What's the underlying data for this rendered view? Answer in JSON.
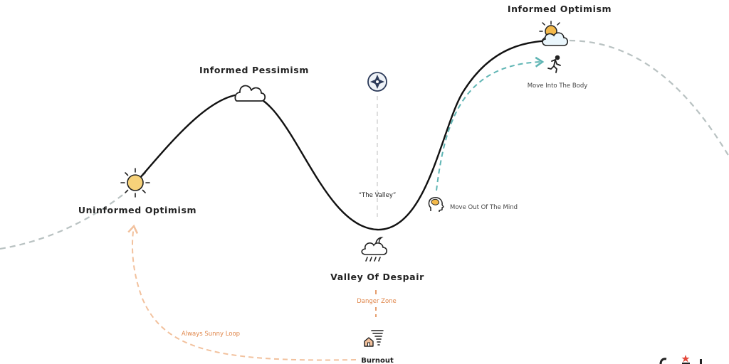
{
  "diagram": {
    "stages": {
      "uninformed_optimism": "Uninformed Optimism",
      "informed_pessimism": "Informed Pessimism",
      "valley_of_despair": "Valley Of Despair",
      "informed_optimism": "Informed Optimism",
      "burnout": "Burnout"
    },
    "annotations": {
      "the_valley": "“The Valley”",
      "danger_zone": "Danger Zone",
      "always_sunny_loop": "Always Sunny Loop",
      "move_out_of_mind": "Move Out Of The Mind",
      "move_into_body": "Move Into The Body"
    },
    "colors": {
      "main_curve": "#111111",
      "trend_curve": "#b9c2c2",
      "recovery_arrow": "#5fb5b4",
      "sunny_loop_arrow": "#f2c19d",
      "danger_line": "#e0864a",
      "brand_star": "#e4493c"
    },
    "icons": [
      "sun-icon",
      "cloud-icon",
      "storm-cloud-moon-icon",
      "compass-icon",
      "sun-behind-cloud-icon",
      "running-person-icon",
      "head-brain-icon",
      "tornado-house-icon"
    ]
  }
}
